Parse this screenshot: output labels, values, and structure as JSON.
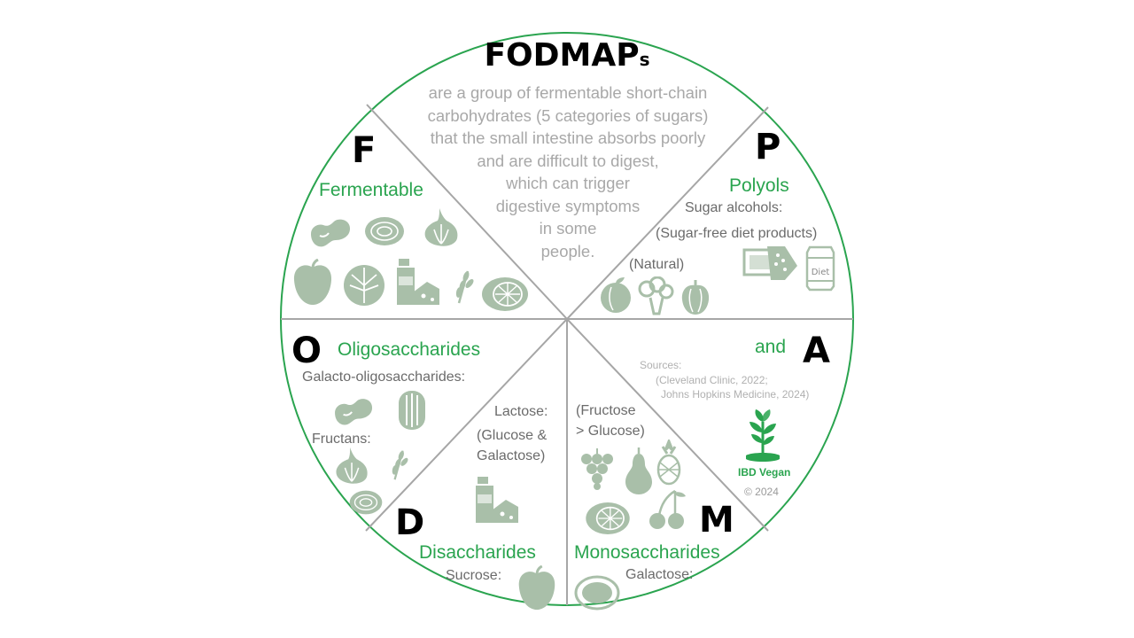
{
  "title": {
    "main": "FODMAP",
    "suffix": "s"
  },
  "description": [
    "are a group of fermentable short-chain",
    "carbohydrates (5 categories of sugars)",
    "that the small intestine absorbs poorly",
    "and are difficult to digest,",
    "which can trigger",
    "digestive symptoms",
    "in some",
    "people."
  ],
  "letters": {
    "f": "F",
    "p": "P",
    "o": "O",
    "a": "A",
    "d": "D",
    "m": "M"
  },
  "categories": {
    "fermentable": "Fermentable",
    "polyols": "Polyols",
    "oligosaccharides": "Oligosaccharides",
    "and": "and",
    "disaccharides": "Disaccharides",
    "monosaccharides": "Monosaccharides"
  },
  "notes": {
    "sugar_alcohols": "Sugar alcohols:",
    "sugar_free": "(Sugar-free diet products)",
    "natural": "(Natural)",
    "galacto": "Galacto-oligosaccharides:",
    "fructans": "Fructans:",
    "lactose": "Lactose:",
    "glucose_galactose_1": "(Glucose &",
    "glucose_galactose_2": "Galactose)",
    "fructose_1": "(Fructose",
    "fructose_2": "> Glucose)",
    "sucrose": "Sucrose:",
    "galactose": "Galactose:",
    "diet_can": "Diet"
  },
  "sources": {
    "label": "Sources:",
    "line1": "(Cleveland Clinic, 2022;",
    "line2": "Johns Hopkins Medicine, 2024)"
  },
  "brand": {
    "name": "IBD Vegan",
    "copyright": "© 2024"
  },
  "colors": {
    "circle": "#2aa44f",
    "divider": "#a6a6a6",
    "icon": "#a9bfa9",
    "accent": "#2aa44f"
  },
  "icons": [
    "beans-icon",
    "onion-icon",
    "garlic-icon",
    "apple-icon",
    "cabbage-icon",
    "milk-cheese-icon",
    "wheat-icon",
    "grapefruit-icon",
    "peach-icon",
    "broccoli-icon",
    "pepper-icon",
    "candy-icon",
    "soda-can-icon",
    "plant-logo-icon",
    "pear-icon",
    "pineapple-icon",
    "grapes-icon",
    "cherries-icon"
  ]
}
